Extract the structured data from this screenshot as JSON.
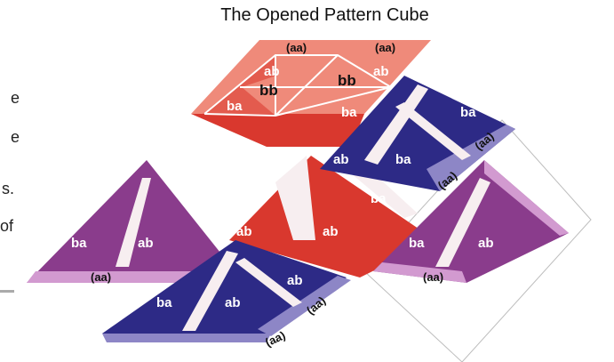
{
  "title": "The Opened Pattern Cube",
  "left_text_fragments": [
    "e",
    "e",
    "s.",
    "of"
  ],
  "labels": {
    "aa": "(aa)",
    "ab": "ab",
    "ba": "ba",
    "bb": "bb"
  },
  "colors": {
    "red": "#d9382e",
    "red_light": "#ef8a7a",
    "navy": "#2d2a86",
    "navy_light": "#8d86c6",
    "purple": "#8a3c8c",
    "purple_light": "#d29ad0",
    "white_cube": "#f7eef0",
    "outline": "#ffffff",
    "board": "#cfcfcf"
  }
}
